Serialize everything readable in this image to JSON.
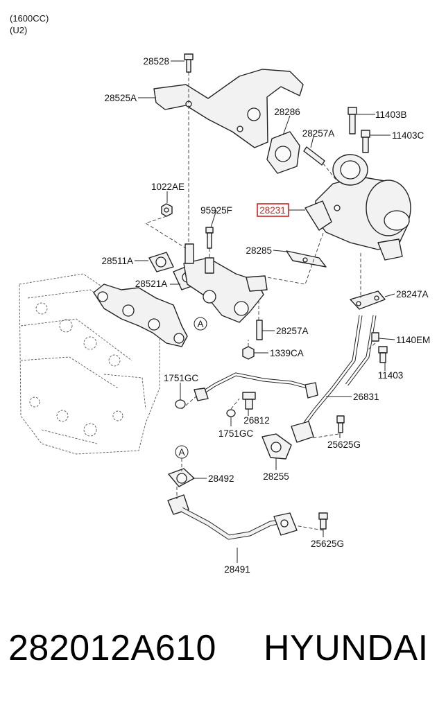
{
  "header": {
    "line1": "(1600CC)",
    "line2": "(U2)"
  },
  "highlight_color": "#d42020",
  "callouts": {
    "c28528": "28528",
    "c28525A": "28525A",
    "c28286": "28286",
    "c11403B": "11403B",
    "c28257A_top": "28257A",
    "c11403C": "11403C",
    "c1022AE": "1022AE",
    "c95925F": "95925F",
    "c28231": "28231",
    "c28285": "28285",
    "c28511A": "28511A",
    "c28521A": "28521A",
    "c28247A": "28247A",
    "c28257A_mid": "28257A",
    "c1140EM": "1140EM",
    "c1339CA": "1339CA",
    "c11403": "11403",
    "c1751GC_left": "1751GC",
    "c26831": "26831",
    "c26812": "26812",
    "c1751GC_mid": "1751GC",
    "c25625G_top": "25625G",
    "c28255": "28255",
    "c28492": "28492",
    "c25625G_bot": "25625G",
    "c28491": "28491",
    "marker_A1": "A",
    "marker_A2": "A"
  },
  "footer": {
    "part_number": "282012A610",
    "brand": "HYUNDAI"
  }
}
